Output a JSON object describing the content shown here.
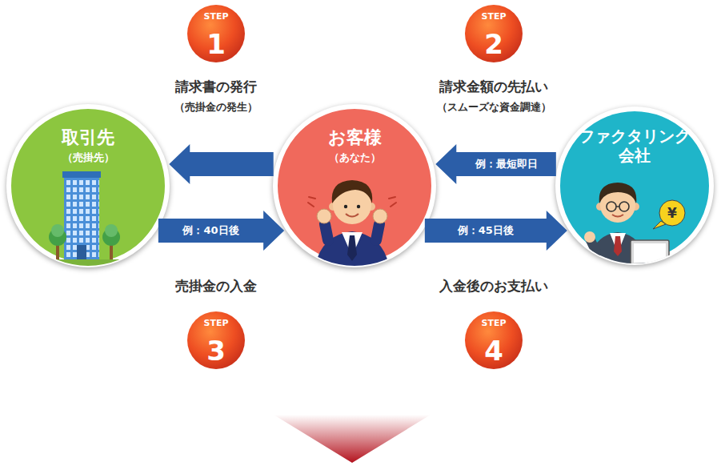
{
  "diagram": {
    "nodes": [
      {
        "text": [
          "取引先",
          "（売掛先）"
        ]
      },
      {
        "text": [
          "お客様",
          "（あなた）"
        ]
      },
      {
        "text": [
          "ファクタリング 会社"
        ]
      }
    ],
    "edges": [
      {
        "from": 1,
        "to": 0,
        "arrow": "to"
      },
      {
        "from": 0,
        "to": 1,
        "label": "例：40日後",
        "arrow": "to"
      },
      {
        "from": 2,
        "to": 1,
        "label": "例：最短即日",
        "arrow": "to"
      },
      {
        "from": 1,
        "to": 2,
        "label": "例：45日後",
        "arrow": "to"
      }
    ],
    "labels": [
      "STEP",
      "1",
      "請求書の発行",
      "（売掛金の発生）",
      "STEP",
      "2",
      "請求金額の先払い",
      "（スムーズな資金調達）",
      "売掛金の入金",
      "STEP",
      "3",
      "入金後のお支払い",
      "STEP",
      "4",
      "¥"
    ]
  }
}
